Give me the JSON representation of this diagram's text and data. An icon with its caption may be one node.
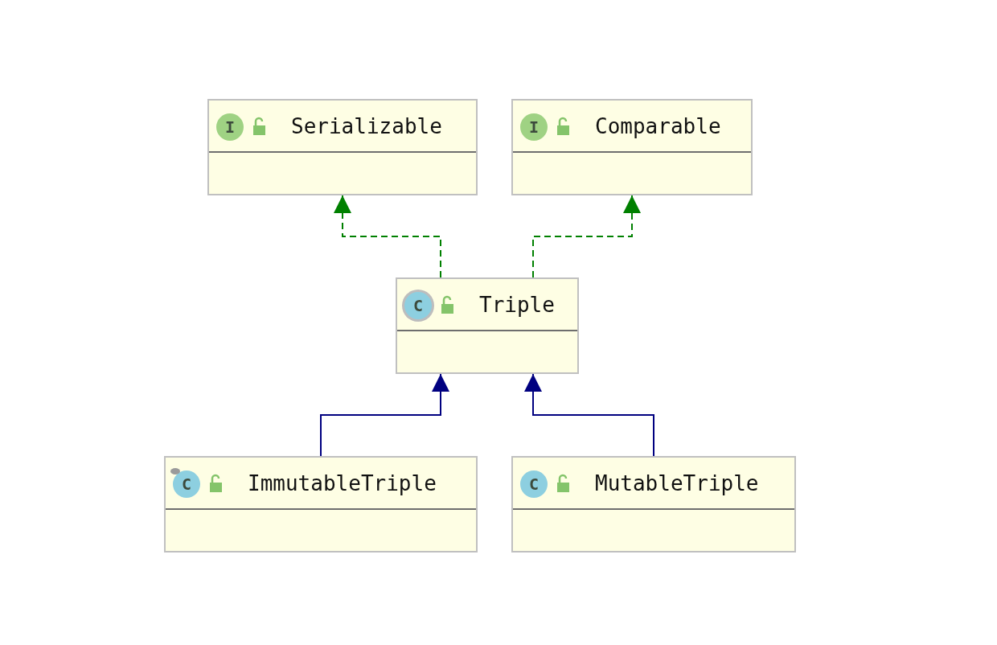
{
  "diagram": {
    "nodes": [
      {
        "text": [
          "I",
          "Serializable"
        ]
      },
      {
        "text": [
          "I",
          "Comparable"
        ]
      },
      {
        "text": [
          "C",
          "Triple"
        ]
      },
      {
        "text": [
          "C",
          "ImmutableTriple"
        ]
      },
      {
        "text": [
          "C",
          "MutableTriple"
        ]
      }
    ],
    "edges": [
      {
        "from": 2,
        "to": 0,
        "arrow": "to",
        "style": "dashed",
        "color": "#008000"
      },
      {
        "from": 2,
        "to": 1,
        "arrow": "to",
        "style": "dashed",
        "color": "#008000"
      },
      {
        "from": 3,
        "to": 2,
        "arrow": "to",
        "color": "#000080"
      },
      {
        "from": 4,
        "to": 2,
        "arrow": "to",
        "color": "#000080"
      }
    ]
  }
}
